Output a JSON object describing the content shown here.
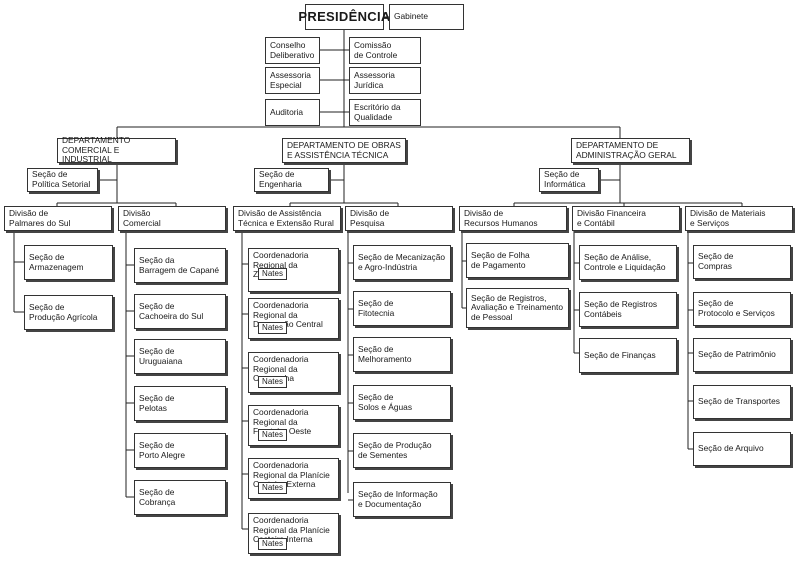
{
  "org": {
    "presidencia": "PRESIDÊNCIA",
    "gabinete": "Gabinete",
    "conselho": "Conselho\nDeliberativo",
    "comissao": "Comissão\nde Controle",
    "assessoria_especial": "Assessoria\nEspecial",
    "assessoria_juridica": "Assessoria\nJurídica",
    "auditoria": "Auditoria",
    "escritorio": "Escritório da\nQualidade",
    "dept_comercial": "DEPARTAMENTO\nCOMERCIAL E INDUSTRIAL",
    "dept_obras": "DEPARTAMENTO DE OBRAS\nE ASSISTÊNCIA TÉCNICA",
    "dept_admin": "DEPARTAMENTO DE\nADMINISTRAÇÃO GERAL",
    "secao_politica": "Seção de\nPolítica Setorial",
    "secao_engenharia": "Seção de\nEngenharia",
    "secao_informatica": "Seção de\nInformática",
    "div_palmares": "Divisão de\nPalmares do Sul",
    "div_comercial": "Divisão\nComercial",
    "div_assistencia": "Divisão de Assistência\nTécnica e Extensão Rural",
    "div_pesquisa": "Divisão de\nPesquisa",
    "div_rh": "Divisão de\nRecursos Humanos",
    "div_financeira": "Divisão Financeira\ne Contábil",
    "div_materiais": "Divisão de Materiais\ne Serviços",
    "palmares_items": [
      "Seção de\nArmazenagem",
      "Seção de\nProdução Agrícola"
    ],
    "comercial_items": [
      "Seção da\nBarragem de Capané",
      "Seção de\nCachoeira do Sul",
      "Seção de\nUruguaiana",
      "Seção de\nPelotas",
      "Seção de\nPorto Alegre",
      "Seção de\nCobrança"
    ],
    "coordenadorias": [
      "Coordenadoria\nRegional da\nZona Sul",
      "Coordenadoria\nRegional da\nDepressão Central",
      "Coordenadoria\nRegional da\nCampanha",
      "Coordenadoria\nRegional da\nFronteira Oeste",
      "Coordenadoria\nRegional da Planície\nCosteira Externa",
      "Coordenadoria\nRegional da Planície\nCosteira Interna"
    ],
    "nates": "Nates",
    "pesquisa_items": [
      "Seção de Mecanização\ne Agro-Indústria",
      "Seção de\nFitotecnia",
      "Seção de\nMelhoramento",
      "Seção de\nSolos e Águas",
      "Seção de Produção\nde Sementes",
      "Seção de Informação\ne Documentação"
    ],
    "rh_items": [
      "Seção de Folha\nde Pagamento",
      "Seção de Registros,\nAvaliação e Treinamento\nde Pessoal"
    ],
    "financeira_items": [
      "Seção de Análise,\nControle e Liquidação",
      "Seção de Registros\nContábeis",
      "Seção de Finanças"
    ],
    "materiais_items": [
      "Seção de\nCompras",
      "Seção de\nProtocolo e Serviços",
      "Seção de Patrimônio",
      "Seção de Transportes",
      "Seção de Arquivo"
    ]
  }
}
